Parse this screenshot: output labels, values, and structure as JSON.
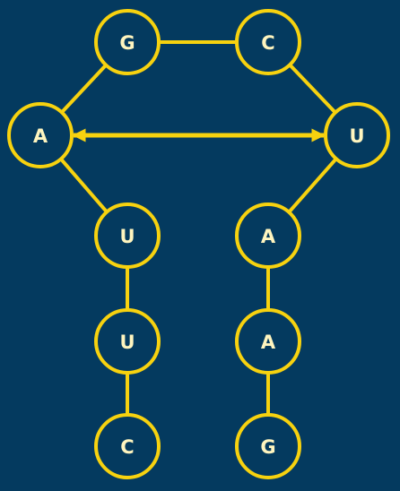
{
  "colors": {
    "background": "#043a5f",
    "stroke": "#f7d20f",
    "label": "#fff5bf"
  },
  "nodes": {
    "g_top": "G",
    "c_top": "C",
    "a_left": "A",
    "u_right": "U",
    "u_left_1": "U",
    "u_left_2": "U",
    "c_bottom": "C",
    "a_right_1": "A",
    "a_right_2": "A",
    "g_bottom": "G"
  },
  "edges": [
    [
      "g_top",
      "c_top"
    ],
    [
      "a_left",
      "g_top"
    ],
    [
      "c_top",
      "u_right"
    ],
    [
      "a_left",
      "u_left_1"
    ],
    [
      "u_right",
      "a_right_1"
    ],
    [
      "u_left_1",
      "u_left_2"
    ],
    [
      "u_left_2",
      "c_bottom"
    ],
    [
      "a_right_1",
      "a_right_2"
    ],
    [
      "a_right_2",
      "g_bottom"
    ]
  ],
  "pairing": {
    "from": "a_left",
    "to": "u_right",
    "direction": "bidirectional"
  }
}
